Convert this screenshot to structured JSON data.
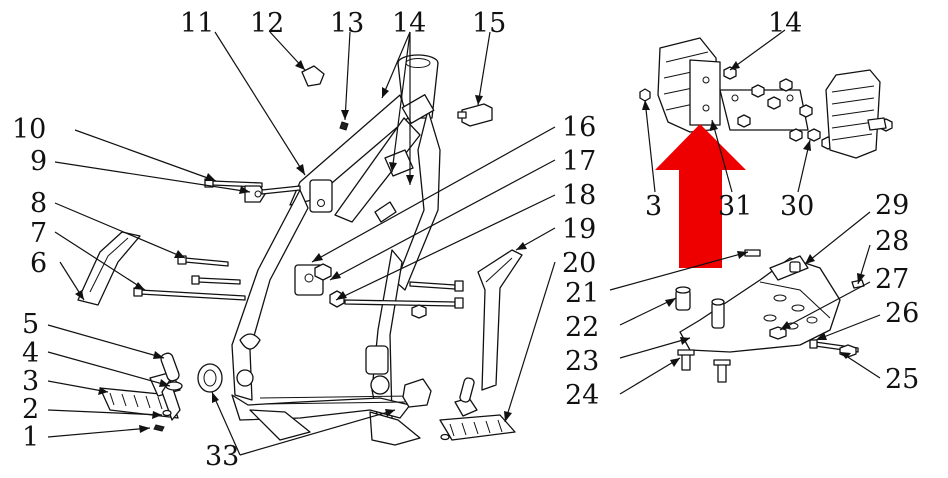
{
  "callouts": [
    {
      "id": "1",
      "text": "1"
    },
    {
      "id": "2",
      "text": "2"
    },
    {
      "id": "3",
      "text": "3"
    },
    {
      "id": "4",
      "text": "4"
    },
    {
      "id": "5",
      "text": "5"
    },
    {
      "id": "6",
      "text": "6"
    },
    {
      "id": "7",
      "text": "7"
    },
    {
      "id": "8",
      "text": "8"
    },
    {
      "id": "9",
      "text": "9"
    },
    {
      "id": "10",
      "text": "10"
    },
    {
      "id": "11",
      "text": "11"
    },
    {
      "id": "12",
      "text": "12"
    },
    {
      "id": "13",
      "text": "13"
    },
    {
      "id": "14a",
      "text": "14"
    },
    {
      "id": "15",
      "text": "15"
    },
    {
      "id": "16",
      "text": "16"
    },
    {
      "id": "17",
      "text": "17"
    },
    {
      "id": "18",
      "text": "18"
    },
    {
      "id": "19",
      "text": "19"
    },
    {
      "id": "20",
      "text": "20"
    },
    {
      "id": "14b",
      "text": "14"
    },
    {
      "id": "3b",
      "text": "3"
    },
    {
      "id": "31",
      "text": "31"
    },
    {
      "id": "30",
      "text": "30"
    },
    {
      "id": "29",
      "text": "29"
    },
    {
      "id": "28",
      "text": "28"
    },
    {
      "id": "27",
      "text": "27"
    },
    {
      "id": "26",
      "text": "26"
    },
    {
      "id": "25",
      "text": "25"
    },
    {
      "id": "21",
      "text": "21"
    },
    {
      "id": "22",
      "text": "22"
    },
    {
      "id": "23",
      "text": "23"
    },
    {
      "id": "24",
      "text": "24"
    },
    {
      "id": "33",
      "text": "33"
    }
  ],
  "colors": {
    "highlight_arrow": "#ee0000",
    "line": "#111111",
    "background": "#ffffff"
  },
  "highlight": {
    "icon": "up-arrow-icon",
    "points_to_callout": "31"
  }
}
